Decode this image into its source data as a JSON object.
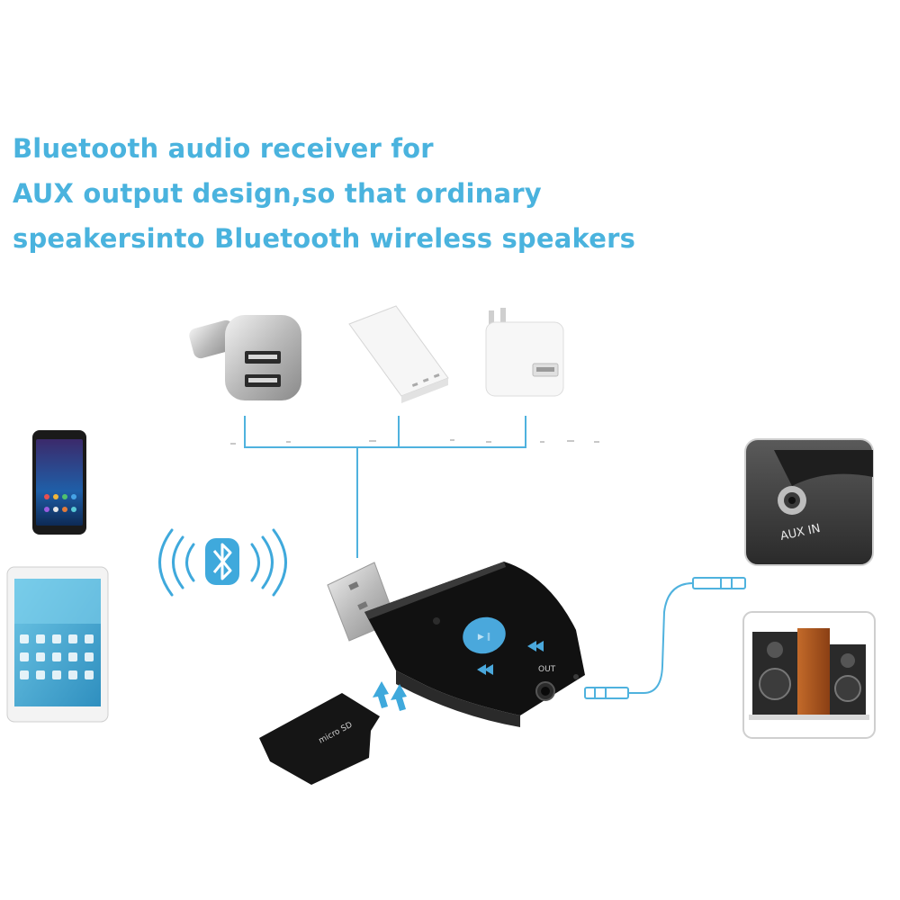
{
  "headline": {
    "line1": "Bluetooth audio receiver for",
    "line2": "AUX output design,so that ordinary",
    "line3": "speakersinto Bluetooth wireless speakers"
  },
  "labels": {
    "aux_in": "AUX IN",
    "out_port": "OUT",
    "card_logo": "micro SD"
  },
  "colors": {
    "headline": "#4ab3de",
    "accent_blue": "#3fa9dc",
    "device_body": "#111111",
    "button_blue": "#4aa8dc"
  },
  "icons": {
    "bluetooth": "bluetooth-icon",
    "signal": "wireless-signal-icon",
    "arrows": "insert-arrows-icon"
  }
}
